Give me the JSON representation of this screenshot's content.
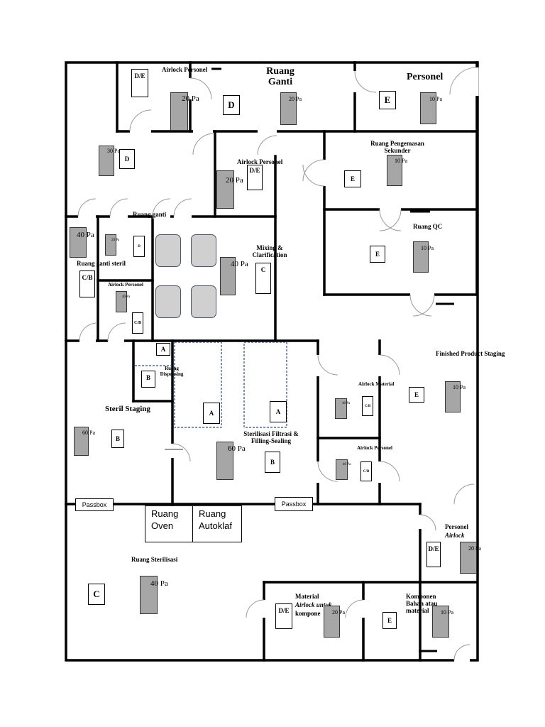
{
  "rooms": {
    "airlock_personel_1": "Airlock Personel",
    "ruang_ganti": "Ruang Ganti",
    "personel": "Personel",
    "ruang_pengemasan": "Ruang Pengemasan Sekunder",
    "airlock_personel_2": "Airlock Personel",
    "ruang_ganti_2": "Ruang ganti",
    "ruang_qc": "Ruang QC",
    "ruang_ganti_steril": "Ruang ganti steril",
    "airlock_personel_3": "Airlock Personel",
    "mixing": "Mixing & Clarification",
    "finished_product": "Finished Product Staging",
    "ruang_dispensing": "Ruang Dispensing",
    "steril_staging": "Steril Staging",
    "airlock_material": "Airlock Material",
    "airlock_personel_4": "Airlock Personel",
    "sterilisasi_filtrasi": "Sterilisasi Filtrasi & Filling-Sealing",
    "passbox_1": "Passbox",
    "passbox_2": "Passbox",
    "ruang_oven": "Ruang Oven",
    "ruang_autoklaf": "Ruang Autoklaf",
    "personel_airlock_1": "Personel",
    "personel_airlock_2": "Airlock",
    "ruang_sterilisasi": "Ruang Sterilisasi",
    "material_airlock_1": "Material",
    "material_airlock_2": "Airlock untuk",
    "material_airlock_3": "kompone",
    "komponen_bahan": "Komponen Bahan atau material"
  },
  "classes": {
    "de": "D/E",
    "d": "D",
    "e": "E",
    "c": "C",
    "cb": "C/B",
    "a": "A",
    "b": "B"
  },
  "pressures": {
    "p20": "20 Pa",
    "p10": "10 Pa",
    "p30": "30 Pa",
    "p40": "40 Pa",
    "p60": "60 Pa",
    "small_20": "20 Pa",
    "small_40": "40 Pa"
  }
}
